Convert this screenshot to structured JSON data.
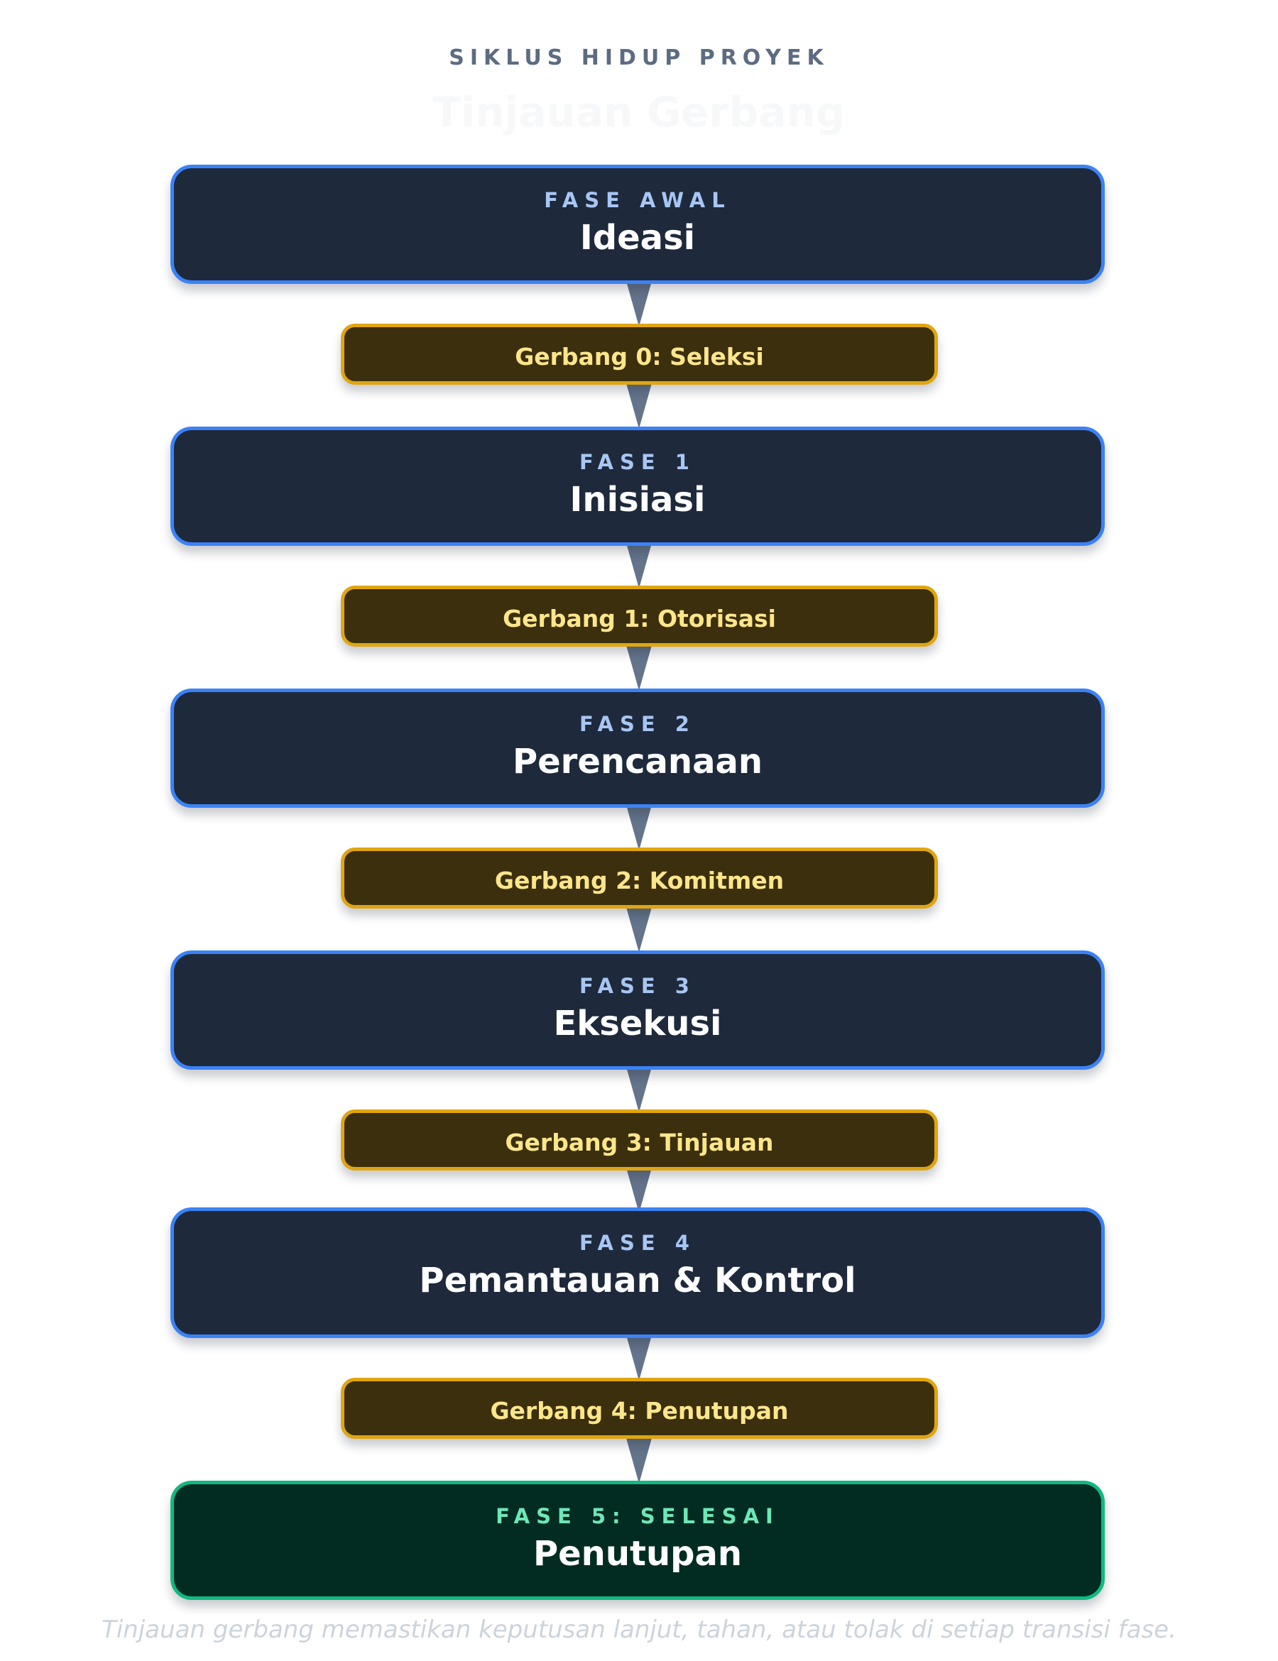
{
  "header": {
    "eyebrow": "SIKLUS HIDUP PROYEK",
    "title": "Tinjauan Gerbang"
  },
  "phases": [
    {
      "label": "FASE AWAL",
      "name": "Ideasi"
    },
    {
      "label": "FASE 1",
      "name": "Inisiasi"
    },
    {
      "label": "FASE 2",
      "name": "Perencanaan"
    },
    {
      "label": "FASE 3",
      "name": "Eksekusi"
    },
    {
      "label": "FASE 4",
      "name": "Pemantauan & Kontrol"
    },
    {
      "label": "FASE 5: SELESAI",
      "name": "Penutupan"
    }
  ],
  "gates": [
    {
      "label": "Gerbang 0: Seleksi"
    },
    {
      "label": "Gerbang 1: Otorisasi"
    },
    {
      "label": "Gerbang 2: Komitmen"
    },
    {
      "label": "Gerbang 3: Tinjauan"
    },
    {
      "label": "Gerbang 4: Penutupan"
    }
  ],
  "footer": {
    "note": "Tinjauan gerbang memastikan keputusan lanjut, tahan, atau tolak di setiap transisi fase."
  },
  "colors": {
    "phase_fill": "#1e293b",
    "phase_border": "#3b82f6",
    "phase_label": "#a7c6f4",
    "final_fill": "#022c22",
    "final_border": "#10b981",
    "final_label": "#6ee7b7",
    "gate_fill": "#3b2f0e",
    "gate_border": "#e0a510",
    "gate_text": "#fde68a",
    "arrow": "#64748b"
  }
}
